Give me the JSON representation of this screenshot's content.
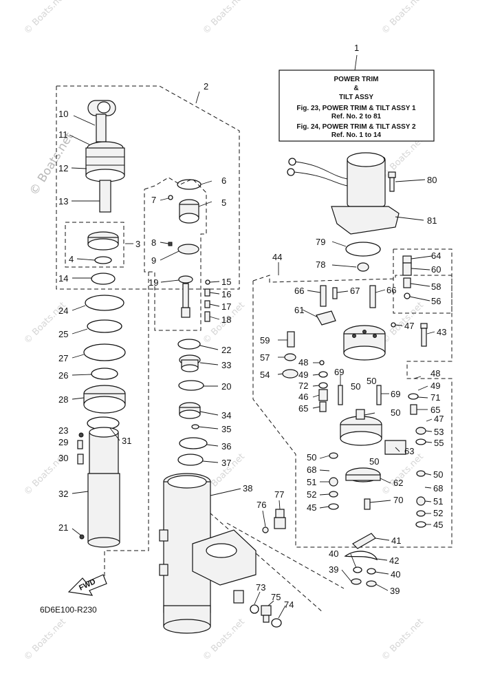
{
  "watermark": {
    "main": "© Boats.net",
    "small": "© Boats.net"
  },
  "info_box": {
    "title_line1": "POWER TRIM",
    "title_line2": "&",
    "title_line3": "TILT ASSY",
    "fig1": "Fig. 23, POWER TRIM & TILT ASSY 1",
    "ref1": "Ref. No. 2 to 81",
    "fig2": "Fig. 24, POWER TRIM & TILT ASSY 2",
    "ref2": "Ref. No. 1 to 14"
  },
  "drawing_code": "6D6E100-R230",
  "fwd_label": "FWD",
  "callouts": {
    "c1": "1",
    "c2": "2",
    "c3": "3",
    "c4": "4",
    "c5": "5",
    "c6": "6",
    "c7": "7",
    "c8": "8",
    "c9": "9",
    "c10": "10",
    "c11": "11",
    "c12": "12",
    "c13": "13",
    "c14": "14",
    "c15": "15",
    "c16": "16",
    "c17": "17",
    "c18": "18",
    "c19": "19",
    "c20": "20",
    "c21": "21",
    "c22": "22",
    "c23": "23",
    "c24": "24",
    "c25": "25",
    "c26": "26",
    "c27": "27",
    "c28": "28",
    "c29": "29",
    "c30": "30",
    "c31": "31",
    "c32": "32",
    "c33": "33",
    "c34": "34",
    "c35": "35",
    "c36": "36",
    "c37": "37",
    "c38": "38",
    "c39": "39",
    "c39b": "39",
    "c40": "40",
    "c40b": "40",
    "c41": "41",
    "c42": "42",
    "c43": "43",
    "c44": "44",
    "c45": "45",
    "c45b": "45",
    "c46": "46",
    "c47": "47",
    "c47b": "47",
    "c48": "48",
    "c48b": "48",
    "c49": "49",
    "c49b": "49",
    "c50a": "50",
    "c50b": "50",
    "c50c": "50",
    "c50d": "50",
    "c50e": "50",
    "c50f": "50",
    "c51": "51",
    "c51b": "51",
    "c52": "52",
    "c52b": "52",
    "c53": "53",
    "c54": "54",
    "c55": "55",
    "c56": "56",
    "c57": "57",
    "c58": "58",
    "c59": "59",
    "c60": "60",
    "c61": "61",
    "c62": "62",
    "c63": "63",
    "c64": "64",
    "c65": "65",
    "c65b": "65",
    "c66": "66",
    "c66b": "66",
    "c67": "67",
    "c68": "68",
    "c68b": "68",
    "c69": "69",
    "c69b": "69",
    "c70": "70",
    "c71": "71",
    "c72": "72",
    "c73": "73",
    "c74": "74",
    "c75": "75",
    "c76": "76",
    "c77": "77",
    "c78": "78",
    "c79": "79",
    "c80": "80",
    "c81": "81"
  }
}
